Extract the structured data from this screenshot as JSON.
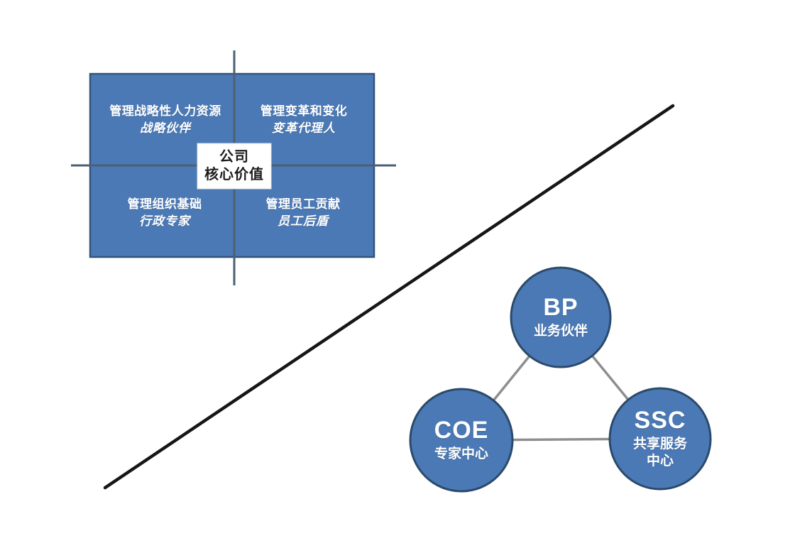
{
  "colors": {
    "background": "#ffffff",
    "quadrant_fill": "#4b79b5",
    "quadrant_border": "#31547a",
    "axis_line": "#4d5f75",
    "center_box_bg": "#ffffff",
    "center_box_text": "#1d1d1d",
    "circle_fill": "#4b79b5",
    "circle_border": "#2b4a6b",
    "connector_line": "#8e8e8e",
    "diagonal_line": "#161616",
    "label_text": "#ffffff"
  },
  "quadrant_matrix": {
    "center_label_line1": "公司",
    "center_label_line2": "核心价值",
    "quadrants": [
      {
        "id": "top-left",
        "title": "管理战略性人力资源",
        "subtitle": "战略伙伴"
      },
      {
        "id": "top-right",
        "title": "管理变革和变化",
        "subtitle": "变革代理人"
      },
      {
        "id": "bottom-left",
        "title": "管理组织基础",
        "subtitle": "行政专家"
      },
      {
        "id": "bottom-right",
        "title": "管理员工贡献",
        "subtitle": "员工后盾"
      }
    ]
  },
  "triangle_model": {
    "nodes": [
      {
        "id": "bp",
        "acronym": "BP",
        "label": "业务伙伴"
      },
      {
        "id": "coe",
        "acronym": "COE",
        "label": "专家中心"
      },
      {
        "id": "ssc",
        "acronym": "SSC",
        "label": "共享服务\n中心"
      }
    ]
  }
}
